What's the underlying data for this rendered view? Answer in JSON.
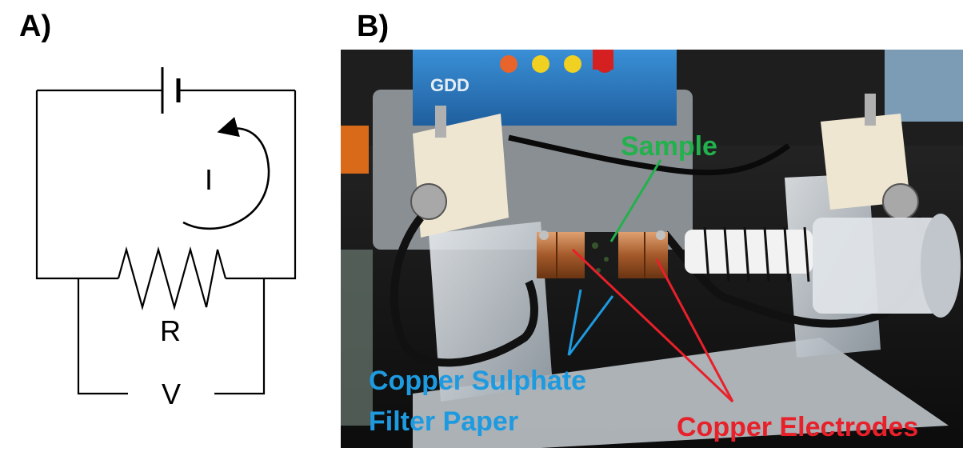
{
  "panels": {
    "a_label": "A)",
    "b_label": "B)"
  },
  "circuit": {
    "current_label": "I",
    "resistor_label": "R",
    "voltage_label": "V"
  },
  "photo": {
    "annotations": {
      "sample": "Sample",
      "copper_sulphate_line1": "Copper Sulphate",
      "copper_sulphate_line2": "Filter Paper",
      "copper_electrodes": "Copper Electrodes"
    },
    "colors": {
      "sample": "#22b14c",
      "copper_sulphate": "#1e9ae0",
      "copper_electrodes": "#e8202a"
    },
    "device_text": "GDD"
  }
}
